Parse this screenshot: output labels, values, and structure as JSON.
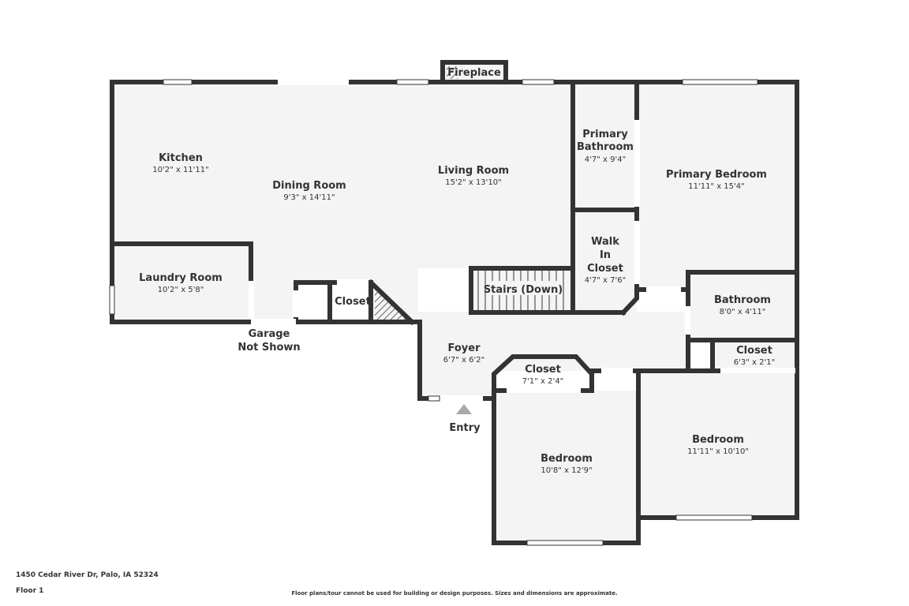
{
  "colors": {
    "wall": "#333333",
    "floor": "#f4f4f4",
    "window": "#ffffff",
    "entry_marker": "#aaaaaa"
  },
  "rooms": {
    "kitchen": {
      "name": "Kitchen",
      "dims": "10'2\" x 11'11\""
    },
    "dining_room": {
      "name": "Dining Room",
      "dims": "9'3\" x 14'11\""
    },
    "living_room": {
      "name": "Living Room",
      "dims": "15'2\" x 13'10\""
    },
    "primary_bathroom": {
      "name_line1": "Primary",
      "name_line2": "Bathroom",
      "dims": "4'7\" x 9'4\""
    },
    "primary_bedroom": {
      "name": "Primary Bedroom",
      "dims": "11'11\" x 15'4\""
    },
    "walk_in_closet": {
      "name_line1": "Walk",
      "name_line2": "In",
      "name_line3": "Closet",
      "dims": "4'7\" x 7'6\""
    },
    "laundry_room": {
      "name": "Laundry Room",
      "dims": "10'2\" x 5'8\""
    },
    "closet_small": {
      "name": "Closet"
    },
    "stairs": {
      "name": "Stairs (Down)"
    },
    "bathroom": {
      "name": "Bathroom",
      "dims": "8'0\" x 4'11\""
    },
    "closet_right": {
      "name": "Closet",
      "dims": "6'3\" x 2'1\""
    },
    "foyer": {
      "name": "Foyer",
      "dims": "6'7\" x 6'2\""
    },
    "closet_front": {
      "name": "Closet",
      "dims": "7'1\" x 2'4\""
    },
    "bedroom_left": {
      "name": "Bedroom",
      "dims": "10'8\" x 12'9\""
    },
    "bedroom_right": {
      "name": "Bedroom",
      "dims": "11'11\" x 10'10\""
    }
  },
  "labels": {
    "fireplace": "Fireplace",
    "garage_line1": "Garage",
    "garage_line2": "Not Shown",
    "entry": "Entry"
  },
  "footer": {
    "address": "1450 Cedar River Dr, Palo, IA 52324",
    "floor": "Floor 1",
    "disclaimer": "Floor plans/tour cannot be used for building or design purposes. Sizes and dimensions are approximate."
  }
}
